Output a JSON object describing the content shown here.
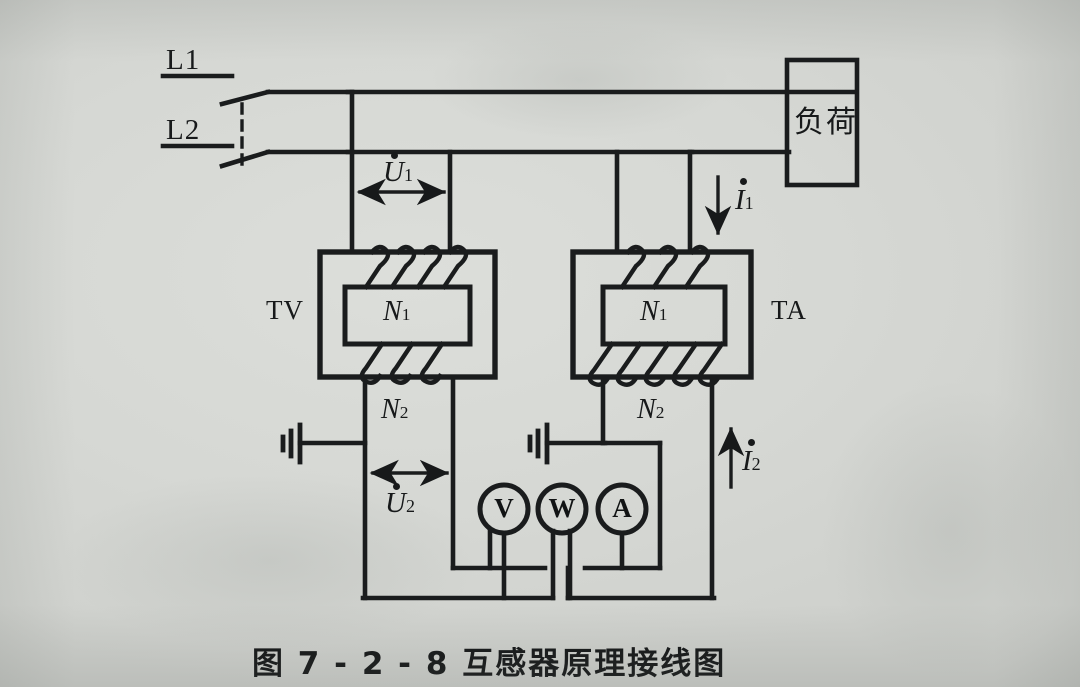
{
  "figure": {
    "caption": "图 7 - 2 - 8    互感器原理接线图",
    "caption_number": "7-2-8",
    "caption_title": "互感器原理接线图"
  },
  "lines": {
    "l1_label": "L1",
    "l2_label": "L2"
  },
  "load": {
    "label": "负荷"
  },
  "transformers": [
    {
      "tag": "TV",
      "primary_winding_label": "N",
      "primary_winding_sub": "1",
      "secondary_winding_label": "N",
      "secondary_winding_sub": "2",
      "primary_turns": 4,
      "secondary_turns": 3
    },
    {
      "tag": "TA",
      "primary_winding_label": "N",
      "primary_winding_sub": "1",
      "secondary_winding_label": "N",
      "secondary_winding_sub": "2",
      "primary_turns": 3,
      "secondary_turns": 5
    }
  ],
  "quantities": {
    "u1": {
      "symbol": "U",
      "sub": "1",
      "dotted": true
    },
    "u2": {
      "symbol": "U",
      "sub": "2",
      "dotted": true
    },
    "i1": {
      "symbol": "I",
      "sub": "1",
      "dotted": true
    },
    "i2": {
      "symbol": "I",
      "sub": "2",
      "dotted": true
    }
  },
  "meters": [
    {
      "symbol": "V",
      "name": "voltmeter"
    },
    {
      "symbol": "W",
      "name": "wattmeter"
    },
    {
      "symbol": "A",
      "name": "ammeter"
    }
  ],
  "colors": {
    "ink": "#17191a",
    "paper": "#d9dbd7"
  }
}
